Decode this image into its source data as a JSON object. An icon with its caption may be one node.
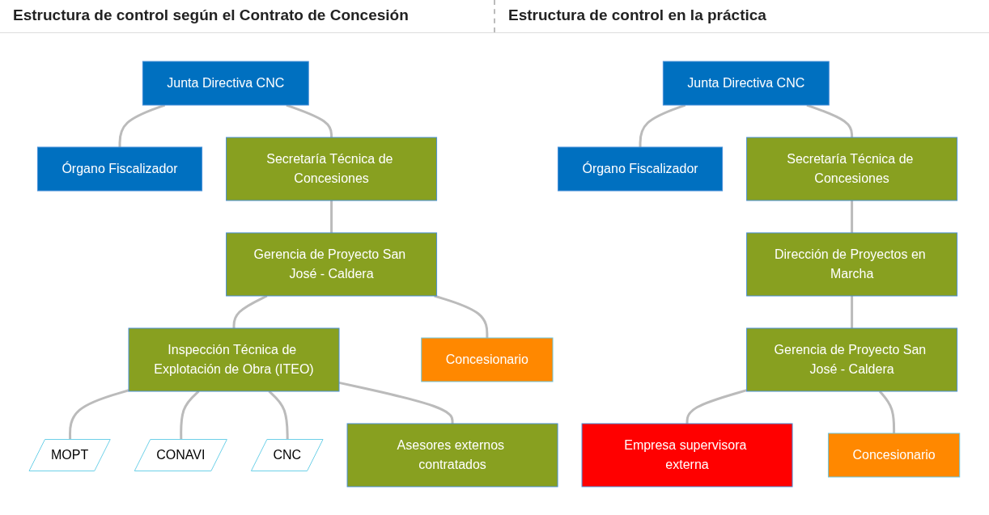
{
  "diagram": {
    "nodes": [
      {
        "text": [
          "Junta Directiva CNC"
        ]
      },
      {
        "text": [
          "Órgano Fiscalizador"
        ]
      },
      {
        "text": [
          "Secretaría Técnica de Concesiones"
        ]
      },
      {
        "text": [
          "Gerencia de Proyecto San José - Caldera"
        ]
      },
      {
        "text": [
          "Inspección Técnica de Explotación de Obra (ITEO)"
        ]
      },
      {
        "text": [
          "MOPT"
        ]
      },
      {
        "text": [
          "CONAVI"
        ]
      },
      {
        "text": [
          "CNC"
        ]
      },
      {
        "text": [
          "Asesores externos contratados"
        ]
      },
      {
        "text": [
          "Concesionario"
        ]
      },
      {
        "text": [
          "Junta Directiva CNC"
        ]
      },
      {
        "text": [
          "Órgano Fiscalizador"
        ]
      },
      {
        "text": [
          "Secretaría Técnica de Concesiones"
        ]
      },
      {
        "text": [
          "Dirección de Proyectos en Marcha"
        ]
      },
      {
        "text": [
          "Gerencia de Proyecto San José - Caldera"
        ]
      },
      {
        "text": [
          "Empresa supervisora externa"
        ]
      },
      {
        "text": [
          "Concesionario"
        ]
      }
    ],
    "edges": [
      {
        "from": 0,
        "to": 1,
        "arrow": "none"
      },
      {
        "from": 0,
        "to": 2,
        "arrow": "none"
      },
      {
        "from": 2,
        "to": 3,
        "arrow": "none"
      },
      {
        "from": 3,
        "to": 4,
        "arrow": "none"
      },
      {
        "from": 4,
        "to": 5,
        "arrow": "none"
      },
      {
        "from": 4,
        "to": 6,
        "arrow": "none"
      },
      {
        "from": 4,
        "to": 7,
        "arrow": "none"
      },
      {
        "from": 4,
        "to": 8,
        "arrow": "none"
      },
      {
        "from": 3,
        "to": 9,
        "arrow": "none"
      },
      {
        "from": 10,
        "to": 11,
        "arrow": "none"
      },
      {
        "from": 10,
        "to": 12,
        "arrow": "none"
      },
      {
        "from": 12,
        "to": 13,
        "arrow": "none"
      },
      {
        "from": 13,
        "to": 14,
        "arrow": "none"
      },
      {
        "from": 14,
        "to": 15,
        "arrow": "none"
      },
      {
        "from": 14,
        "to": 16,
        "arrow": "none"
      }
    ],
    "labels": [
      "Estructura de control según el Contrato de Concesión",
      "Estructura de control en la práctica"
    ]
  }
}
